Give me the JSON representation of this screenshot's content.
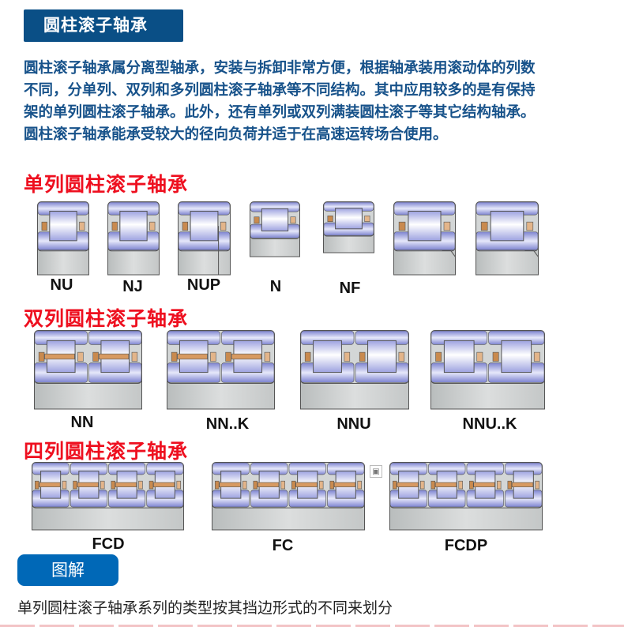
{
  "header": {
    "title": "圆柱滚子轴承"
  },
  "intro": {
    "lines": [
      "圆柱滚子轴承属分离型轴承，安装与拆卸非常方便，根据轴承装用滚动体的列数",
      "不同，分单列、双列和多列圆柱滚子轴承等不同结构。其中应用较多的是有保持",
      "架的单列圆柱滚子轴承。此外，还有单列或双列满装圆柱滚子等其它结构轴承。",
      "圆柱滚子轴承能承受较大的径向负荷并适于在高速运转场合使用。"
    ]
  },
  "sections": [
    {
      "title": "单列圆柱滚子轴承",
      "labels": [
        "NU",
        "NJ",
        "NUP",
        "N",
        "NF"
      ]
    },
    {
      "title": "双列圆柱滚子轴承",
      "labels": [
        "NN",
        "NN..K",
        "NNU",
        "NNU..K"
      ]
    },
    {
      "title": "四列圆柱滚子轴承",
      "labels": [
        "FCD",
        "FC",
        "FCDP"
      ]
    }
  ],
  "figure_button": "图解",
  "caption": "单列圆柱滚子轴承系列的类型按其挡边形式的不同来划分",
  "colors": {
    "header": "#0a4f86",
    "section": "#ee0f1f",
    "button": "#0068b7",
    "ring": "#8a8fd6",
    "housing": "#c9cccc",
    "cage": "#c98a4e"
  }
}
